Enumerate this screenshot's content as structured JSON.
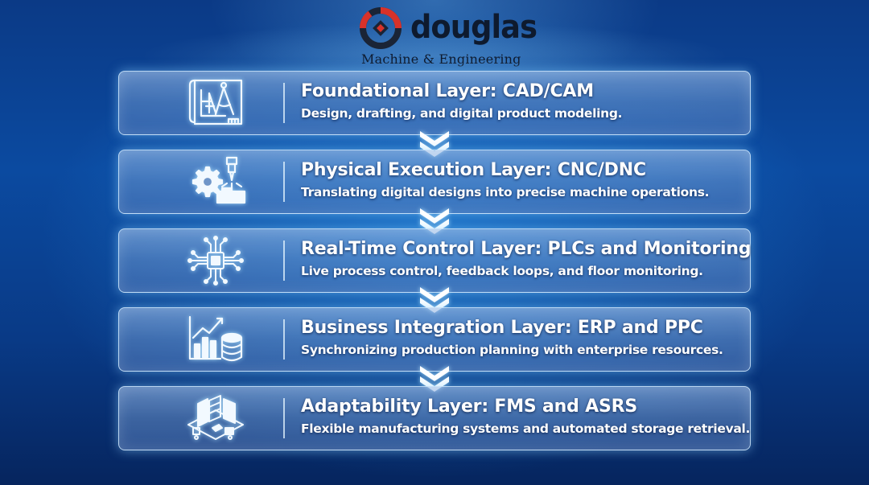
{
  "brand": {
    "name": "douglas",
    "tagline": "Machine & Engineering",
    "colors": {
      "mark_red": "#d8322a",
      "mark_dark": "#1a2436",
      "text": "#0e1a2e"
    }
  },
  "layers": [
    {
      "title": "Foundational Layer: CAD/CAM",
      "description": "Design, drafting, and digital product modeling.",
      "icon": "blueprint-compass-icon"
    },
    {
      "title": "Physical Execution Layer: CNC/DNC",
      "description": "Translating digital designs into precise machine operations.",
      "icon": "cnc-machine-icon"
    },
    {
      "title": "Real-Time Control Layer: PLCs and Monitoring",
      "description": "Live process control, feedback loops, and floor monitoring.",
      "icon": "chip-circuit-icon"
    },
    {
      "title": "Business Integration Layer: ERP and PPC",
      "description": "Synchronizing production planning with enterprise resources.",
      "icon": "chart-database-icon"
    },
    {
      "title": "Adaptability Layer: FMS and ASRS",
      "description": "Flexible manufacturing systems and automated storage retrieval.",
      "icon": "warehouse-automation-icon"
    }
  ],
  "connector": "double-chevron-down-icon",
  "colors": {
    "background": "#0b4aa0",
    "card_border": "#d2ebff",
    "icon_stroke": "#f2f9ff",
    "text": "#ffffff"
  }
}
